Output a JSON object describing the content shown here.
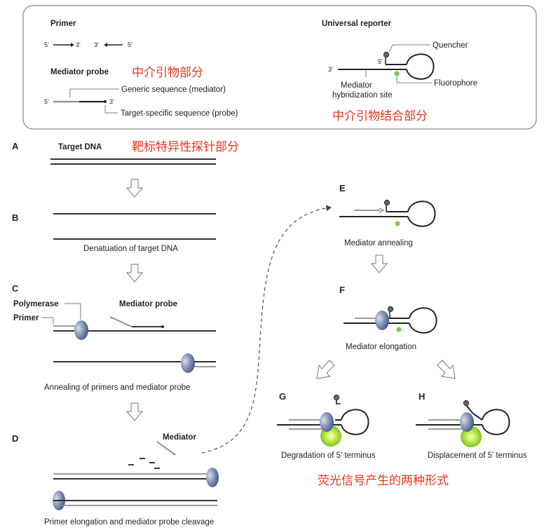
{
  "legend": {
    "primer_title": "Primer",
    "primer_fwd_5": "5'",
    "primer_fwd_3": "3'",
    "primer_rev_3": "3'",
    "primer_rev_5": "5'",
    "mediator_probe_title": "Mediator probe",
    "mediator_probe_cn": "中介引物部分",
    "probe_5": "5'",
    "probe_3": "3'",
    "generic_sequence": "Generic sequence (mediator)",
    "target_specific": "Target-specific sequence (probe)",
    "reporter_title": "Universal reporter",
    "reporter_3": "3'",
    "reporter_5": "5'",
    "quencher": "Quencher",
    "fluorophore": "Fluorophore",
    "hyb_site_line1": "Mediator",
    "hyb_site_line2": "hybridization site",
    "hyb_site_cn": "中介引物结合部分"
  },
  "steps": {
    "A": {
      "letter": "A",
      "title": "Target DNA",
      "cn": "靶标特异性探针部分"
    },
    "B": {
      "letter": "B",
      "caption": "Denatuation of target DNA"
    },
    "C": {
      "letter": "C",
      "polymerase": "Polymerase",
      "primer": "Primer",
      "mediator_probe": "Mediator probe",
      "caption": "Annealing of primers and mediator probe"
    },
    "D": {
      "letter": "D",
      "mediator": "Mediator",
      "caption": "Primer elongation and mediator probe cleavage"
    },
    "E": {
      "letter": "E",
      "caption": "Mediator annealing"
    },
    "F": {
      "letter": "F",
      "caption": "Mediator elongation"
    },
    "G": {
      "letter": "G",
      "caption": "Degradation of 5' terminus"
    },
    "H": {
      "letter": "H",
      "caption": "Displacement of 5' terminus"
    },
    "bottom_cn": "荧光信号产生的两种形式"
  },
  "colors": {
    "annotation_red": "#e8341c",
    "polymerase_blue": "#5b6f9e",
    "fluorophore_green": "#7cc84a",
    "quencher_gray": "#666666"
  }
}
